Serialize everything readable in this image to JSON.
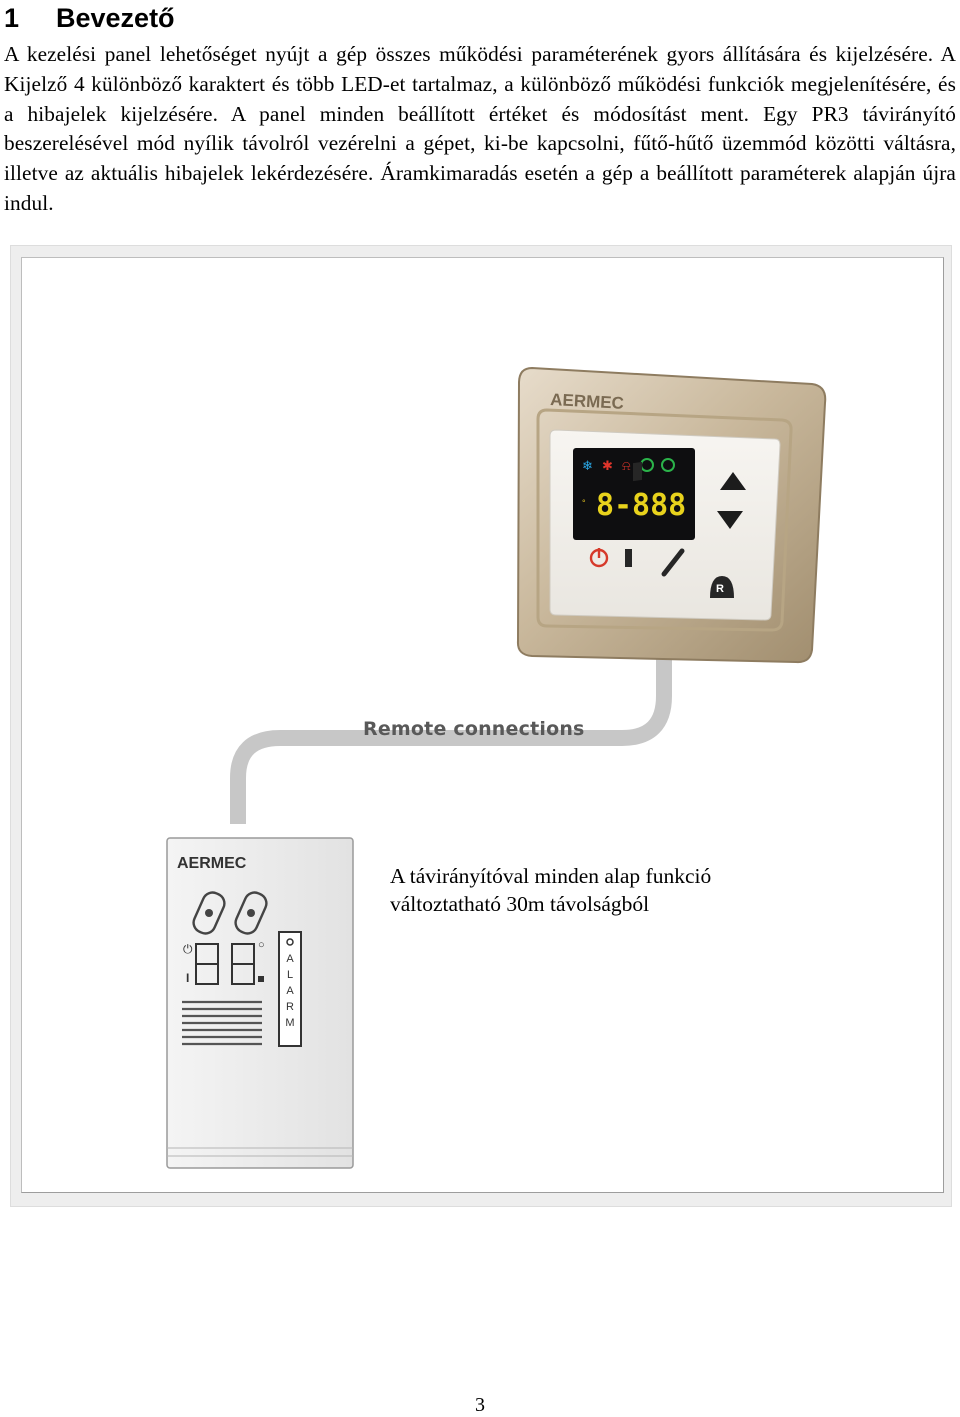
{
  "heading": {
    "number": "1",
    "title": "Bevezető"
  },
  "paragraph": "A kezelési panel lehetőséget nyújt a gép összes működési paraméterének gyors állítására és kijelzésére. A Kijelző 4 különböző karaktert és több LED-et tartalmaz, a különböző működési funkciók megjelenítésére, és a hibajelek kijelzésére. A panel minden beállított értéket és módosítást ment. Egy PR3 távirányító beszerelésével mód nyílik távolról vezérelni a gépet, ki-be kapcsolni, fűtő-hűtő üzemmód közötti váltásra, illetve az aktuális hibajelek lekérdezésére. Áramkimaradás esetén a gép a beállított paraméterek alapján újra indul.",
  "figure": {
    "panel": {
      "brand": "AERMEC",
      "display_digit": "8",
      "display_value": "-888",
      "led_colors": [
        "#2aa8e6",
        "#e0352b",
        "#e0352b",
        "#2bb34a",
        "#2bb34a"
      ]
    },
    "remote_connections_label": "Remote connections",
    "controller": {
      "brand": "AERMEC",
      "alarm_letters": [
        "A",
        "L",
        "A",
        "R",
        "M"
      ],
      "power_label": "I"
    },
    "caption_line1": "A távirányítóval minden alap funkció",
    "caption_line2": "változtatható 30m távolságból"
  },
  "page_number": "3"
}
